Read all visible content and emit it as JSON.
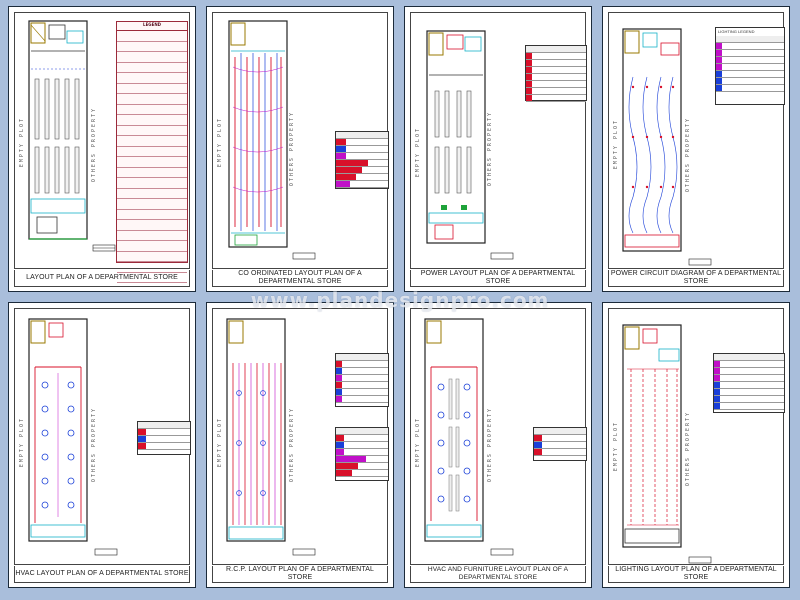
{
  "sheets": [
    {
      "caption": "LAYOUT PLAN OF A DEPARTMENTAL STORE",
      "left_label": "EMPTY PLOT",
      "right_label": "OTHERS PROPERTY",
      "legend_title": "LEGEND"
    },
    {
      "caption": "CO ORDINATED LAYOUT PLAN OF A DEPARTMENTAL STORE",
      "left_label": "EMPTY PLOT",
      "right_label": "OTHERS PROPERTY"
    },
    {
      "caption": "POWER LAYOUT PLAN OF A DEPARTMENTAL STORE",
      "left_label": "EMPTY PLOT",
      "right_label": "OTHERS PROPERTY"
    },
    {
      "caption": "POWER CIRCUIT DIAGRAM OF A DEPARTMENTAL STORE",
      "left_label": "EMPTY PLOT",
      "right_label": "OTHERS PROPERTY",
      "legend_title": "LIGHTING LEGEND"
    },
    {
      "caption": "HVAC LAYOUT PLAN OF A DEPARTMENTAL STORE",
      "left_label": "EMPTY PLOT",
      "right_label": "OTHERS PROPERTY"
    },
    {
      "caption": "R.C.P. LAYOUT PLAN OF A DEPARTMENTAL STORE",
      "left_label": "EMPTY PLOT",
      "right_label": "OTHERS PROPERTY"
    },
    {
      "caption_line1": "HVAC AND FURNITURE LAYOUT PLAN OF A",
      "caption_line2": "DEPARTMENTAL STORE",
      "left_label": "EMPTY PLOT",
      "right_label": "OTHERS PROPERTY"
    },
    {
      "caption": "LIGHTING LAYOUT PLAN OF A DEPARTMENTAL STORE",
      "left_label": "EMPTY PLOT",
      "right_label": "OTHERS PROPERTY"
    }
  ],
  "watermark": "www.plandesignpro.com",
  "colors": {
    "background": "#a9bedb",
    "red": "#d8102a",
    "blue": "#1a3fd8",
    "magenta": "#c010c8",
    "green": "#1fa33a",
    "cyan": "#16b3c9",
    "yellow": "#e6c21a",
    "maroon": "#9b2a3a"
  }
}
